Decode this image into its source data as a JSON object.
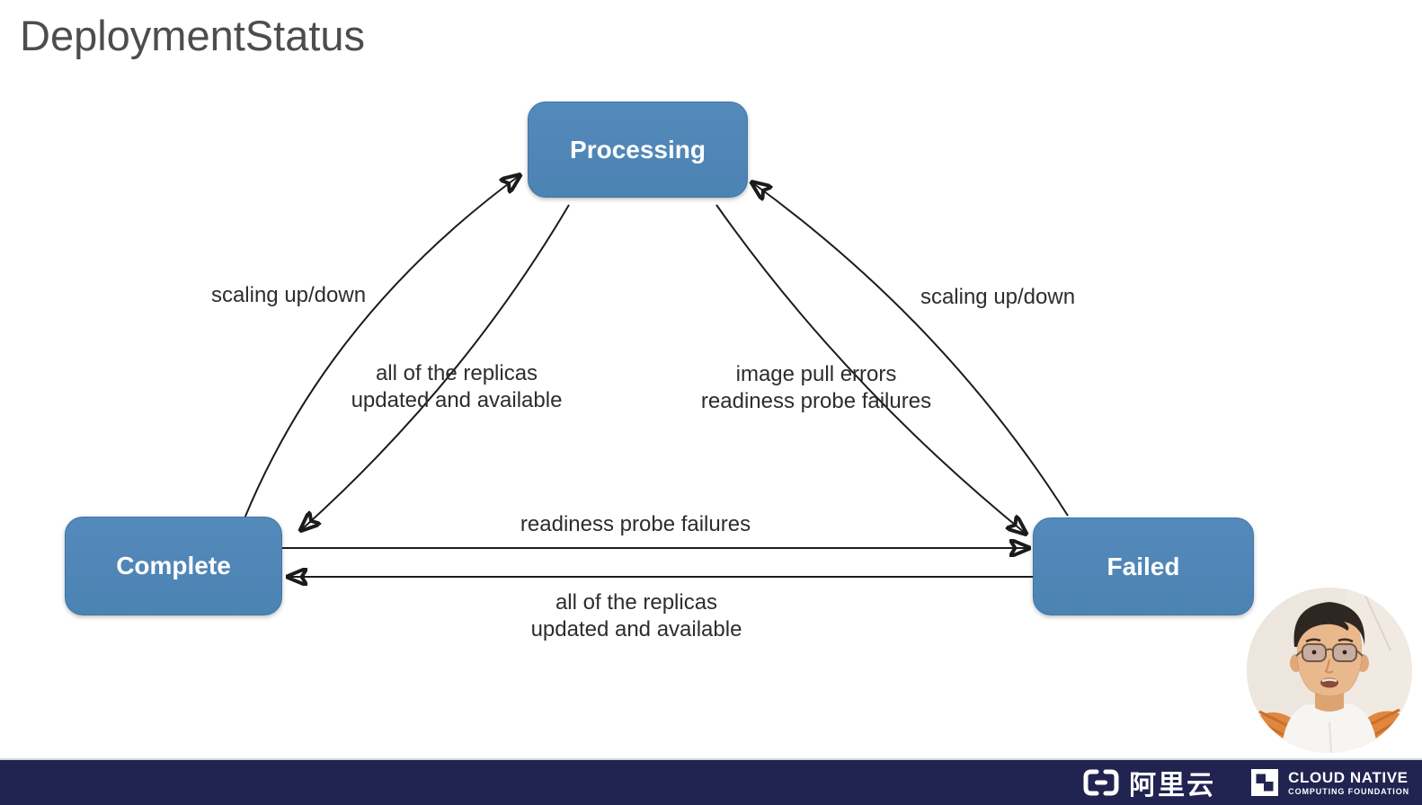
{
  "title": "DeploymentStatus",
  "colors": {
    "node_fill": "#4F87B8",
    "node_border": "#4076A8",
    "node_text": "#FFFFFF",
    "arrow": "#1B1B1B",
    "label_text": "#2D2D2D",
    "title_text": "#4D4D50",
    "footer_bg": "#212350",
    "footer_text": "#FFFFFF"
  },
  "nodes": {
    "processing": {
      "label": "Processing"
    },
    "complete": {
      "label": "Complete"
    },
    "failed": {
      "label": "Failed"
    }
  },
  "edges": {
    "complete_to_processing": {
      "label": "scaling up/down"
    },
    "processing_to_complete": {
      "label_line1": "all of the replicas",
      "label_line2": "updated and available"
    },
    "processing_to_failed": {
      "label_line1": "image pull errors",
      "label_line2": "readiness probe failures"
    },
    "failed_to_processing": {
      "label": "scaling up/down"
    },
    "complete_to_failed": {
      "label": "readiness probe failures"
    },
    "failed_to_complete": {
      "label_line1": "all of the replicas",
      "label_line2": "updated and available"
    }
  },
  "footer": {
    "alibaba_name": "阿里云",
    "cncf_line1": "CLOUD NATIVE",
    "cncf_line2": "COMPUTING FOUNDATION"
  }
}
